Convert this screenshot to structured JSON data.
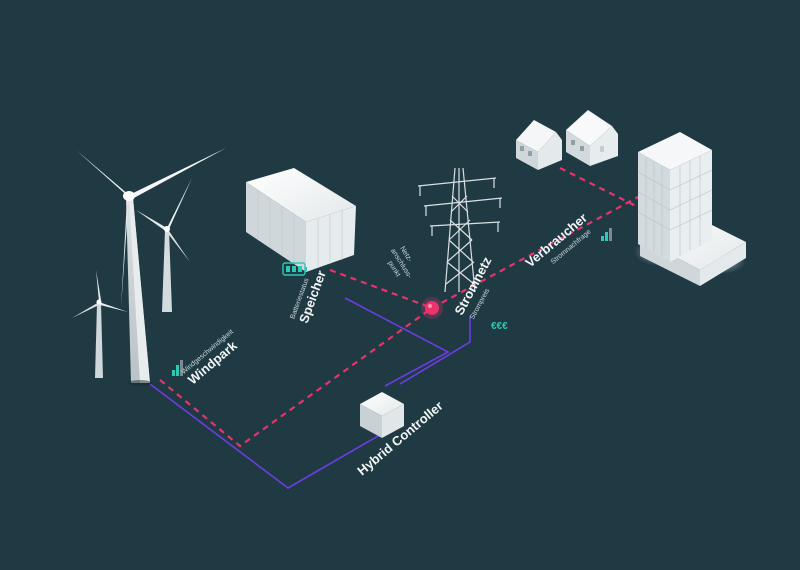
{
  "nodes": {
    "windpark": {
      "title": "Windpark",
      "subtitle": "Windgeschwindigkeit"
    },
    "speicher": {
      "title": "Speicher",
      "subtitle": "Batteriestatus"
    },
    "stromnetz": {
      "title": "Stromnetz",
      "subtitle": "Strompreis",
      "price_symbols": "€€€"
    },
    "netzanschluss": {
      "line1": "Netz-",
      "line2": "anschluss-",
      "line3": "punkt"
    },
    "verbraucher": {
      "title": "Verbraucher",
      "subtitle": "Stromnachfrage"
    },
    "controller": {
      "title": "Hybrid Controller"
    }
  },
  "colors": {
    "background": "#203a44",
    "energy_flow": "#e8336b",
    "control_line": "#6c3de0",
    "accent": "#2ec9b5",
    "object": "#e9edef"
  },
  "icons": [
    "wind-turbine-icon",
    "battery-icon",
    "power-pylon-icon",
    "house-icon",
    "building-icon",
    "controller-box-icon",
    "signal-bars-icon",
    "connection-point-icon"
  ]
}
